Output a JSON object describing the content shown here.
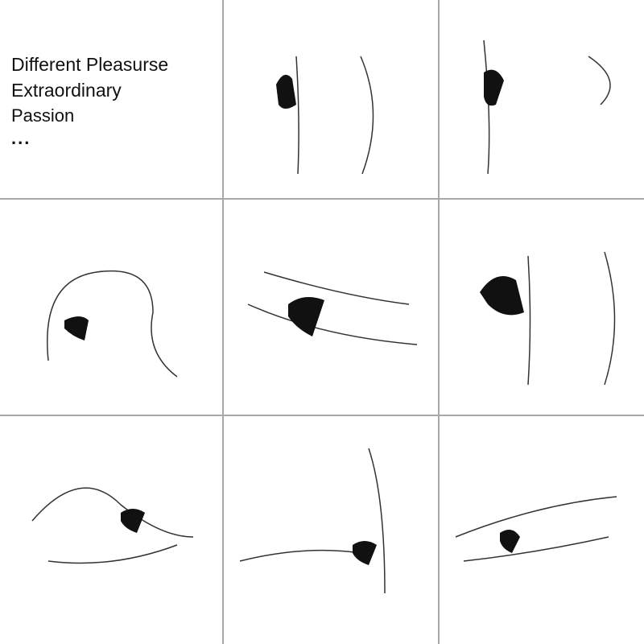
{
  "caption": {
    "line1": "Different Pleasurse",
    "line2": "Extraordinary",
    "line3": "Passion",
    "line4": "..."
  },
  "panels": [
    {
      "name": "illustration-usage-1"
    },
    {
      "name": "illustration-usage-2"
    },
    {
      "name": "illustration-usage-3"
    },
    {
      "name": "illustration-usage-4"
    },
    {
      "name": "illustration-usage-5"
    },
    {
      "name": "illustration-usage-6"
    },
    {
      "name": "illustration-usage-7"
    },
    {
      "name": "illustration-usage-8"
    }
  ],
  "colors": {
    "grid": "#a8a8a8",
    "line": "#333333",
    "product": "#111111"
  }
}
